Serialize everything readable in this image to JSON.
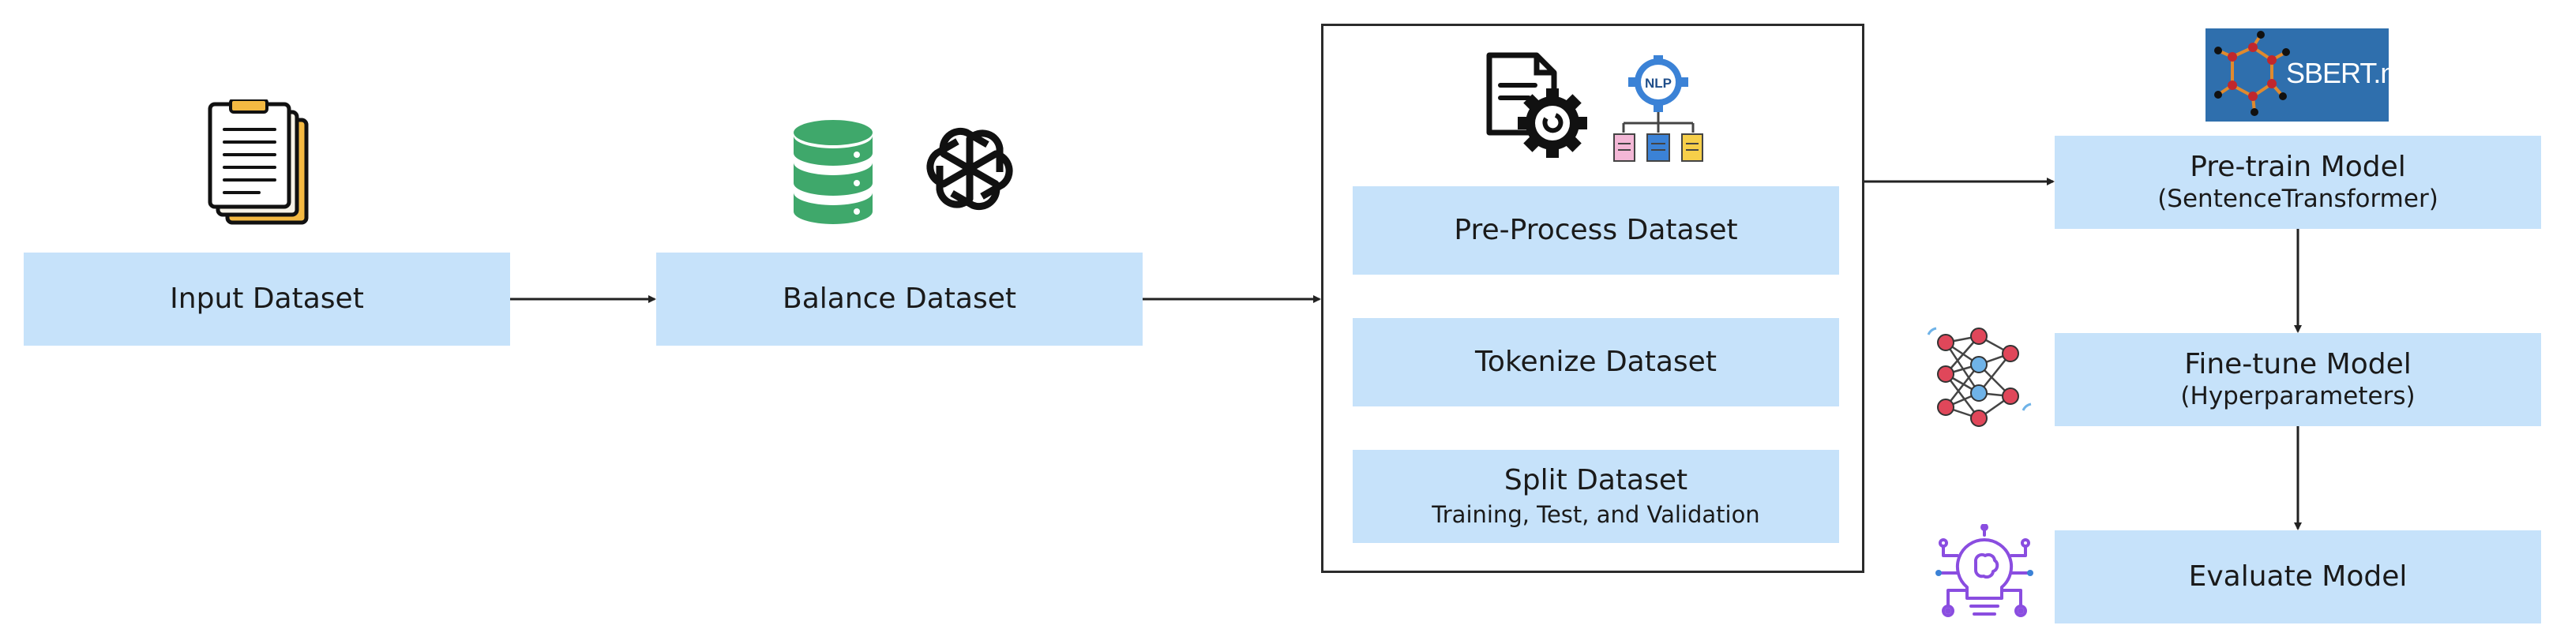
{
  "steps": {
    "input": {
      "label": "Input Dataset"
    },
    "balance": {
      "label": "Balance Dataset"
    },
    "preprocess": {
      "label": "Pre-Process Dataset"
    },
    "tokenize": {
      "label": "Tokenize Dataset"
    },
    "split": {
      "label": "Split Dataset",
      "detail": "Training, Test, and Validation"
    },
    "pretrain": {
      "label": "Pre-train Model",
      "detail": "(SentenceTransformer)"
    },
    "finetune": {
      "label": "Fine-tune Model",
      "detail": "(Hyperparameters)"
    },
    "evaluate": {
      "label": "Evaluate Model"
    }
  },
  "logos": {
    "sbert": "SBERT.net",
    "nlp_badge": "NLP"
  },
  "icons": [
    "document-stack-icon",
    "database-icon",
    "openai-logo-icon",
    "document-gear-icon",
    "nlp-network-icon",
    "sbert-logo",
    "neural-network-icon",
    "ai-bulb-icon"
  ],
  "colors": {
    "box_fill": "#c6e2fa",
    "arrow": "#222222",
    "database_green": "#3fa86b",
    "nlp_blue": "#3b82d6",
    "sbert_blue": "#2f6fad",
    "network_red": "#e0475a",
    "bulb_purple": "#8a4de0"
  }
}
